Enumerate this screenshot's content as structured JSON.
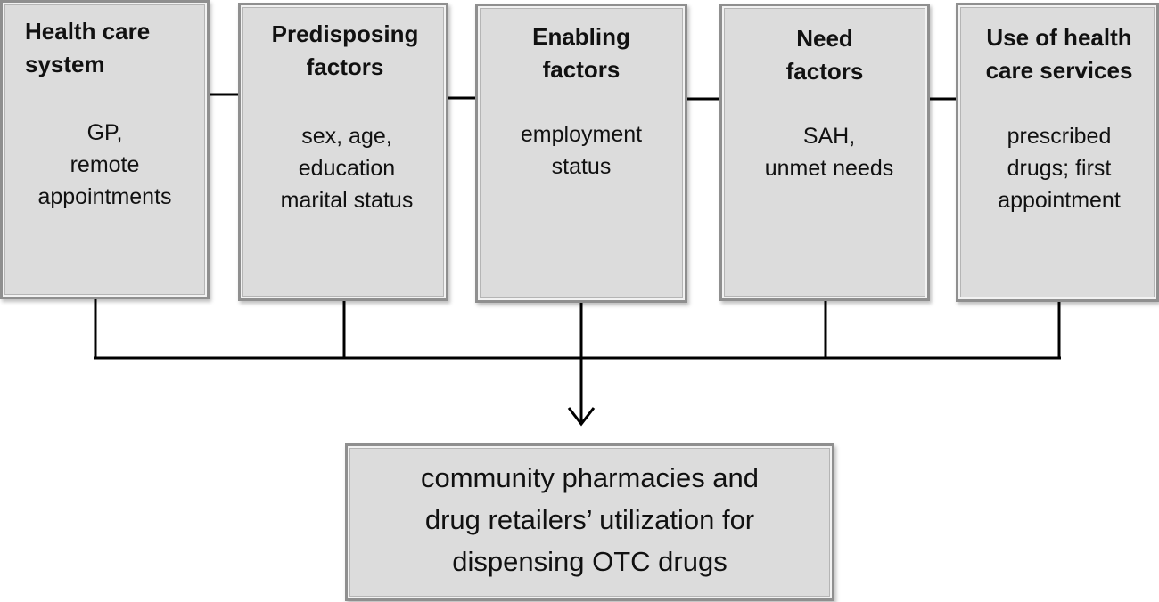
{
  "factors": [
    {
      "title": "Health care\nsystem",
      "body": "GP,\nremote\nappointments"
    },
    {
      "title": "Predisposing\nfactors",
      "body": "sex, age,\neducation\nmarital status"
    },
    {
      "title": "Enabling\nfactors",
      "body": "employment\nstatus"
    },
    {
      "title": "Need\nfactors",
      "body": "SAH,\nunmet needs"
    },
    {
      "title": "Use of health\ncare services",
      "body": "prescribed\ndrugs; first\nappointment"
    }
  ],
  "outcome": {
    "text": "community pharmacies and\ndrug retailers’ utilization for\ndispensing OTC drugs"
  }
}
